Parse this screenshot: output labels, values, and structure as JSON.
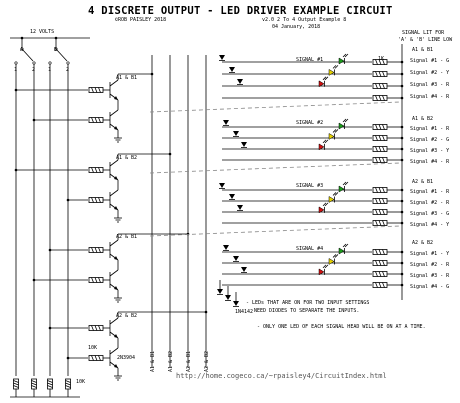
{
  "title": "4 DISCRETE OUTPUT - LED DRIVER EXAMPLE CIRCUIT",
  "copyright": "©ROB PAISLEY 2018",
  "rev_line1": "v2.0 2 To 4 Output Example 8",
  "rev_line2": "04 January, 2018",
  "supply_label": "12 VOLTS",
  "switch_a": "A",
  "switch_b": "B",
  "switch_pos1": "1",
  "switch_pos2": "2",
  "signal_lit_l1": "SIGNAL LIT FOR",
  "signal_lit_l2": "'A' & 'B' LINE LOW",
  "transistor_labels": [
    "A1 & B1",
    "A1 & B2",
    "A2 & B1",
    "A2 & B2"
  ],
  "transistor_part": "2N3904",
  "base_resistor": "10K",
  "pull_resistor": "10K",
  "led_resistor": "1K",
  "diode_part": "1N4142",
  "signals": [
    {
      "name": "SIGNAL #1",
      "group": "A1 & B1",
      "outs": [
        "Signal #1 - G",
        "Signal #2 - Y",
        "Signal #3 - R",
        "Signal #4 - R"
      ],
      "leds": [
        "G",
        "Y",
        "R"
      ]
    },
    {
      "name": "SIGNAL #2",
      "group": "A1 & B2",
      "outs": [
        "Signal #1 - R",
        "Signal #2 - G",
        "Signal #3 - Y",
        "Signal #4 - R"
      ],
      "leds": [
        "G",
        "Y",
        "R"
      ]
    },
    {
      "name": "SIGNAL #3",
      "group": "A2 & B1",
      "outs": [
        "Signal #1 - R",
        "Signal #2 - R",
        "Signal #3 - G",
        "Signal #4 - Y"
      ],
      "leds": [
        "G",
        "Y",
        "R"
      ]
    },
    {
      "name": "SIGNAL #4",
      "group": "A2 & B2",
      "outs": [
        "Signal #1 - Y",
        "Signal #2 - R",
        "Signal #3 - R",
        "Signal #4 - G"
      ],
      "leds": [
        "G",
        "Y",
        "R"
      ]
    }
  ],
  "bus_labels": [
    "A1 & B1",
    "A1 & B2",
    "A2 & B1",
    "A2 & B2"
  ],
  "note1_l1": "- LEDs THAT ARE ON FOR TWO INPUT SETTINGS",
  "note1_l2": "NEED DIODES TO SEPARATE THE INPUTS.",
  "note2": "- ONLY ONE LED OF EACH SIGNAL HEAD WILL BE ON AT A TIME.",
  "url": "http://home.cogeco.ca/~rpaisley4/CircuitIndex.html",
  "colors": {
    "line": "#000000",
    "green": "#1a9a1a",
    "yellow": "#e6d200",
    "red": "#d01010",
    "resistor_fill": "#ffffff",
    "url": "#555555"
  }
}
